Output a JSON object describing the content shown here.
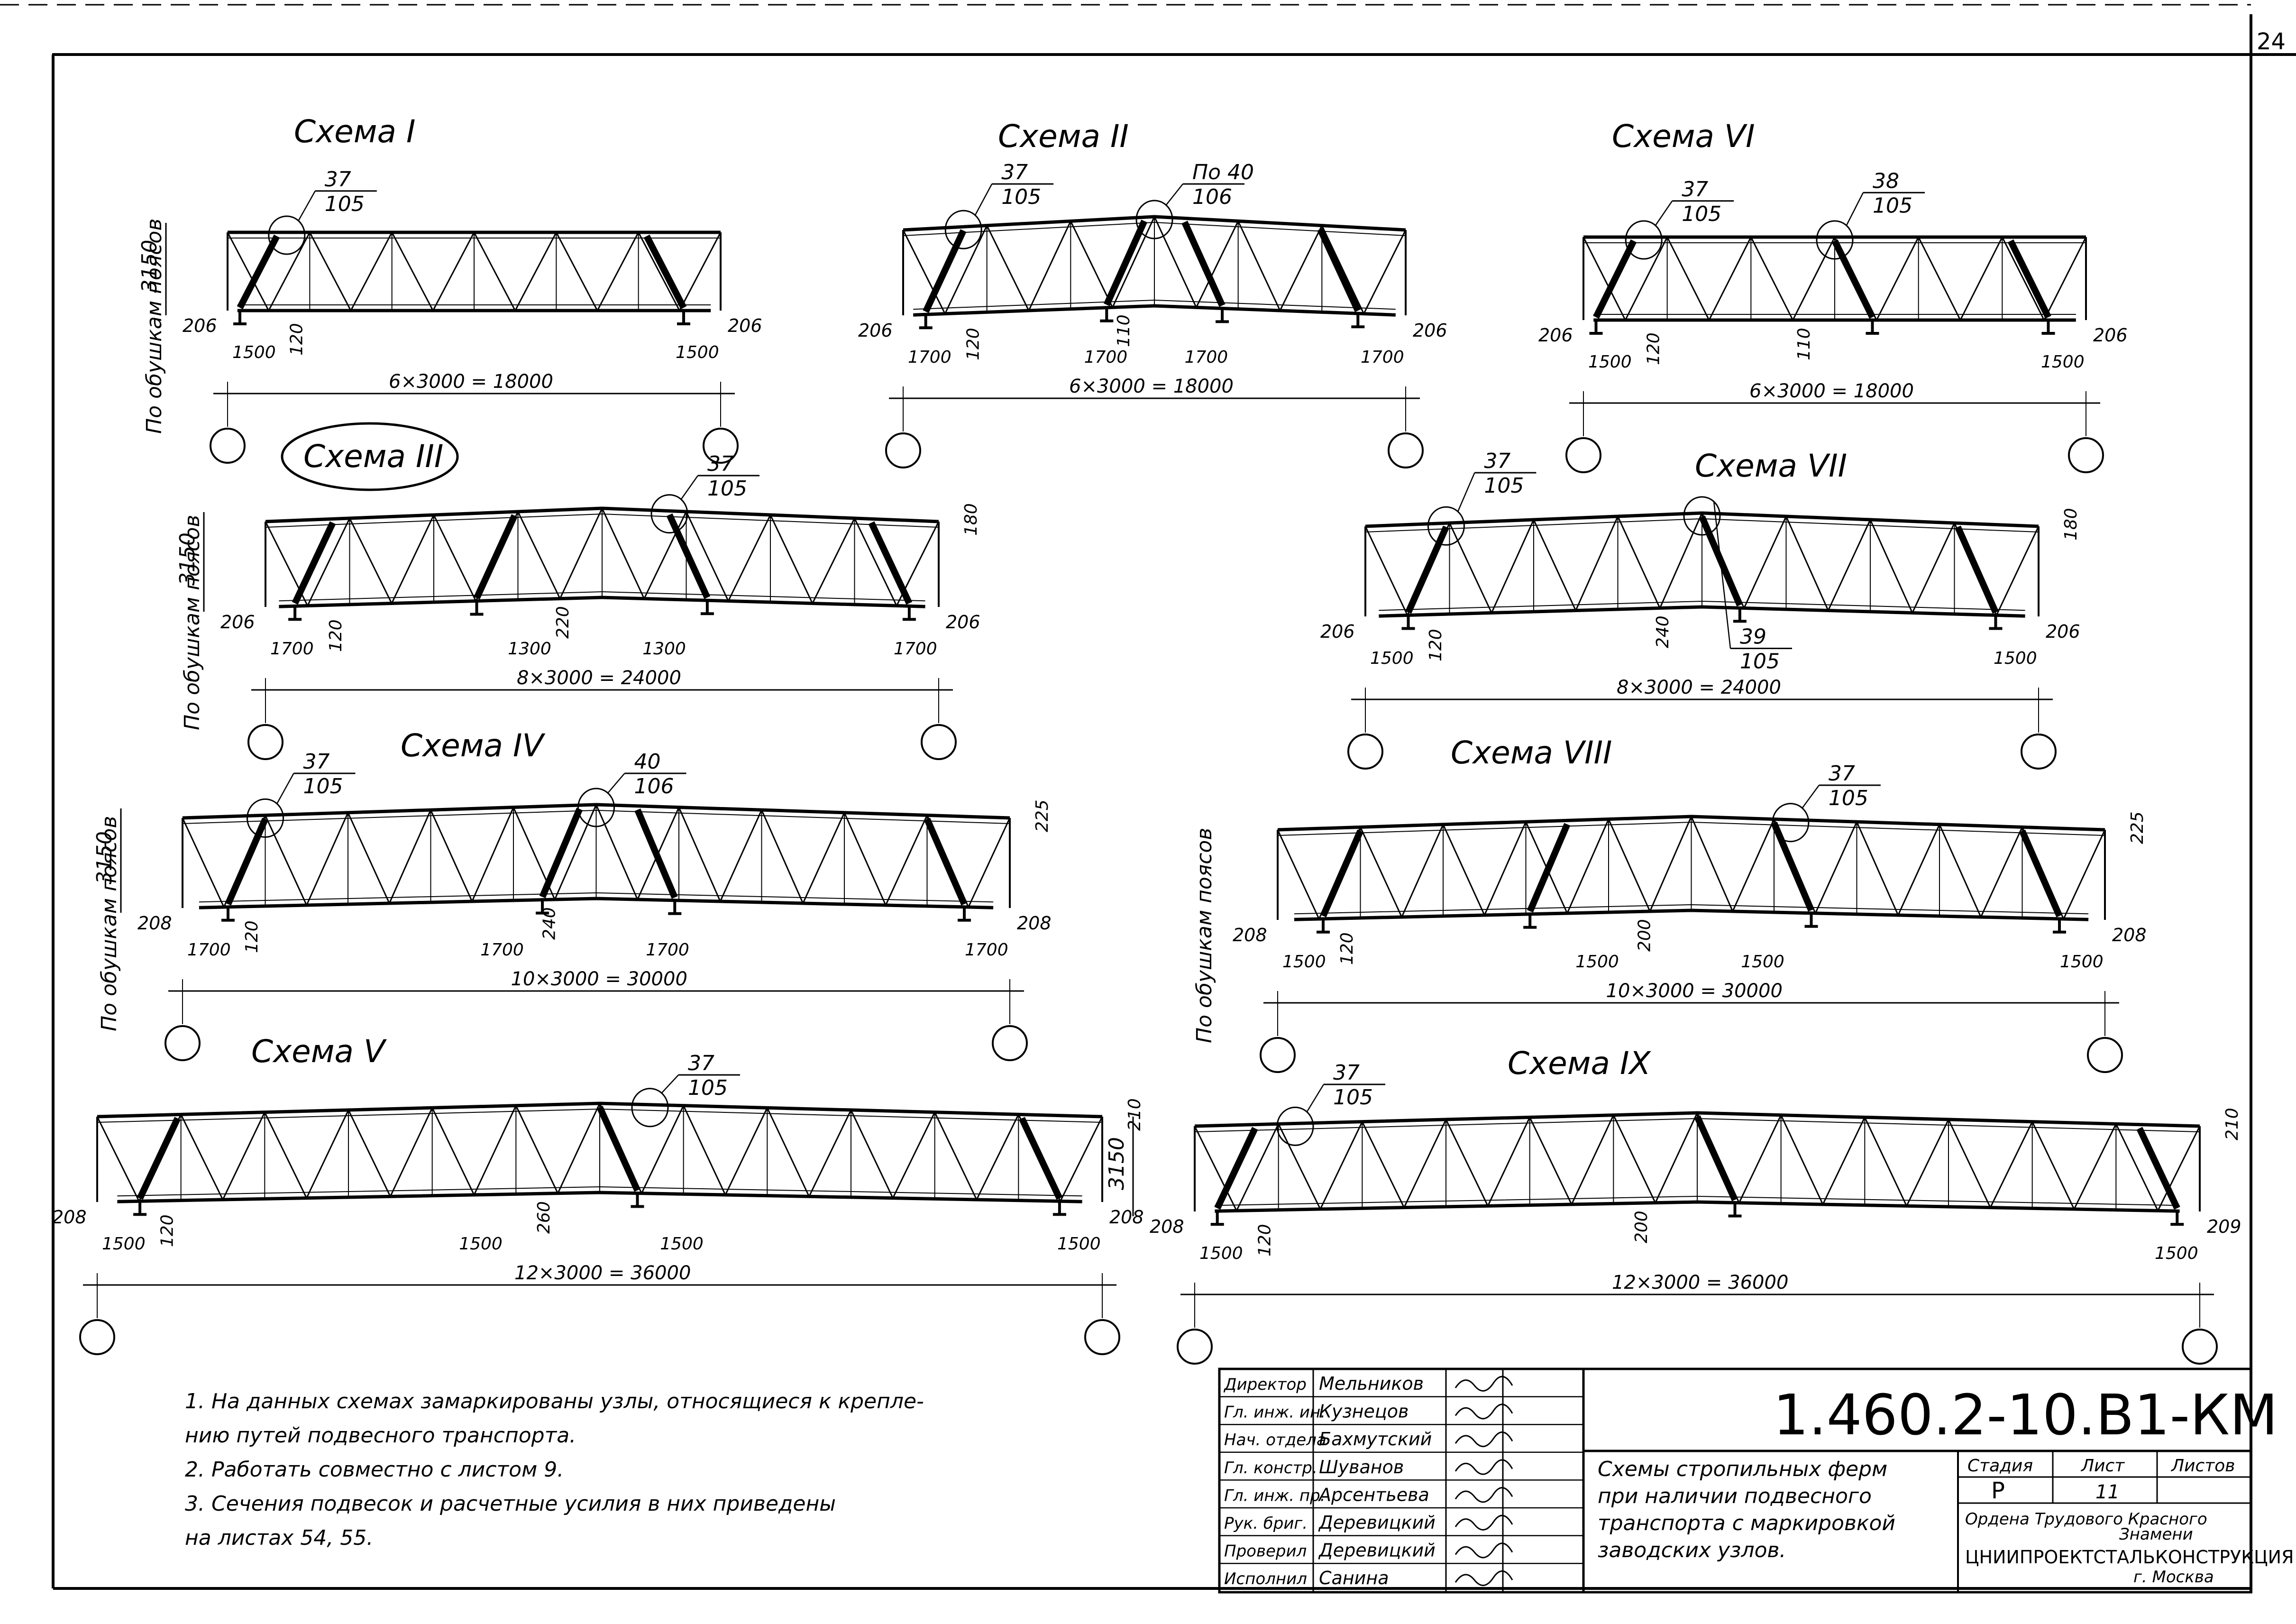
{
  "sheet_corner": "24",
  "schemes": [
    {
      "id": "I",
      "title": "Схема I",
      "height": "3150",
      "span": "6×3000 = 18000",
      "left_offset": "206",
      "right_offset": "206",
      "left_panel": "1500",
      "right_panel": "1500",
      "hanger": "120",
      "marks": [
        {
          "top": "37",
          "bottom": "105"
        }
      ],
      "side": "По обушкам поясов"
    },
    {
      "id": "II",
      "title": "Схема II",
      "span": "6×3000 = 18000",
      "left_offset": "206",
      "right_offset": "206",
      "left_panel": "1700",
      "right_panel": "1700",
      "mid1": "1700",
      "mid2": "1700",
      "hanger": "120",
      "mid_h": "110",
      "marks": [
        {
          "top": "37",
          "bottom": "105"
        },
        {
          "top": "По 40",
          "bottom": "106"
        }
      ]
    },
    {
      "id": "VI",
      "title": "Схема VI",
      "span": "6×3000 = 18000",
      "left_offset": "206",
      "right_offset": "206",
      "left_panel": "1500",
      "right_panel": "1500",
      "hanger": "120",
      "mid_h": "110",
      "marks": [
        {
          "top": "37",
          "bottom": "105"
        },
        {
          "top": "38",
          "bottom": "105"
        }
      ]
    },
    {
      "id": "III",
      "title": "Схема III",
      "height": "3150",
      "span": "8×3000 = 24000",
      "left_offset": "206",
      "right_offset": "206",
      "left_panel": "1700",
      "right_panel": "1700",
      "hanger": "120",
      "mid_h": "220",
      "mid1": "1300",
      "mid2": "1300",
      "slope": "180",
      "marks": [
        {
          "top": "37",
          "bottom": "105"
        }
      ],
      "side": "По обушкам поясов"
    },
    {
      "id": "VII",
      "title": "Схема VII",
      "span": "8×3000 = 24000",
      "left_offset": "206",
      "right_offset": "206",
      "left_panel": "1500",
      "right_panel": "1500",
      "hanger": "120",
      "mid_h": "240",
      "slope": "180",
      "marks": [
        {
          "top": "37",
          "bottom": "105"
        },
        {
          "top": "39",
          "bottom": "105"
        }
      ]
    },
    {
      "id": "IV",
      "title": "Схема IV",
      "height": "3150",
      "span": "10×3000 = 30000",
      "left_offset": "208",
      "right_offset": "208",
      "left_panel": "1700",
      "right_panel": "1700",
      "hanger": "120",
      "mid_h": "240",
      "mid1": "1700",
      "mid2": "1700",
      "slope": "225",
      "marks": [
        {
          "top": "37",
          "bottom": "105"
        },
        {
          "top": "40",
          "bottom": "106"
        }
      ],
      "side": "По обушкам поясов"
    },
    {
      "id": "VIII",
      "title": "Схема VIII",
      "span": "10×3000 = 30000",
      "left_offset": "208",
      "right_offset": "208",
      "left_panel": "1500",
      "right_panel": "1500",
      "hanger": "120",
      "mid_h": "200",
      "mid1": "1500",
      "mid2": "1500",
      "slope": "225",
      "marks": [
        {
          "top": "37",
          "bottom": "105"
        }
      ],
      "side": "По обушкам поясов"
    },
    {
      "id": "V",
      "title": "Схема V",
      "span": "12×3000 = 36000",
      "left_offset": "208",
      "right_offset": "208",
      "left_panel": "1500",
      "right_panel": "1500",
      "hanger": "120",
      "mid_h": "260",
      "mid1": "1500",
      "mid2": "1500",
      "slope": "210",
      "marks": [
        {
          "top": "37",
          "bottom": "105"
        }
      ]
    },
    {
      "id": "IX",
      "title": "Схема IX",
      "height": "3150",
      "span": "12×3000 = 36000",
      "left_offset": "208",
      "right_offset": "209",
      "left_panel": "1500",
      "right_panel": "1500",
      "hanger": "120",
      "mid_h": "200",
      "slope": "210",
      "marks": [
        {
          "top": "37",
          "bottom": "105"
        }
      ]
    }
  ],
  "notes": [
    "1. На данных схемах замаркированы узлы, относящиеся к крепле-",
    "нию путей подвесного транспорта.",
    "2. Работать совместно с листом 9.",
    "3. Сечения подвесок и расчетные усилия в них приведены",
    "на листах 54, 55."
  ],
  "title_block": {
    "code": "1.460.2-10.В1-КМ",
    "roles": [
      "Директор",
      "Гл. инж. ин.",
      "Нач. отдела",
      "Гл. констр.",
      "Гл. инж. пр.",
      "Рук. бриг.",
      "Проверил",
      "Исполнил"
    ],
    "names": [
      "Мельников",
      "Кузнецов",
      "Бахмутский",
      "Шуванов",
      "Арсентьева",
      "Деревицкий",
      "Деревицкий",
      "Санина"
    ],
    "description": [
      "Схемы стропильных ферм",
      "при наличии подвесного",
      "транспорта с маркировкой",
      "заводских узлов."
    ],
    "stage_label": "Стадия",
    "sheet_label": "Лист",
    "sheets_label": "Листов",
    "stage": "Р",
    "sheet": "11",
    "org_line1": "Ордена Трудового Красного",
    "org_line2": "Знамени",
    "org_name": "ЦНИИПРОЕКТСТАЛЬКОНСТРУКЦИЯ",
    "org_city": "г. Москва"
  }
}
